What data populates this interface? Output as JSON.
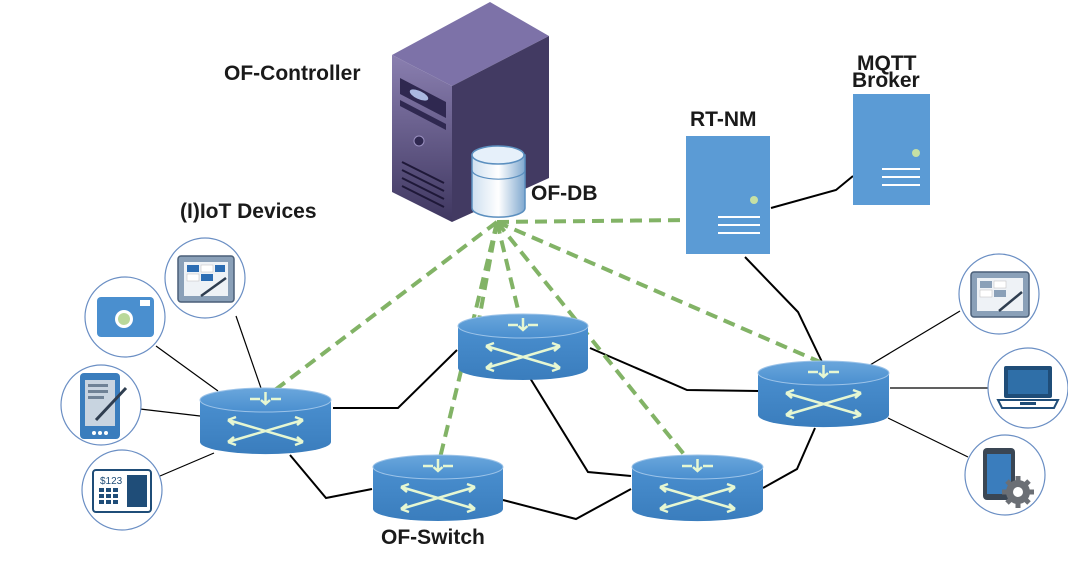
{
  "labels": {
    "controller": "OF-Controller",
    "database": "OF-DB",
    "rtnm": "RT-NM",
    "mqtt_line1": "MQTT",
    "mqtt_line2": "Broker",
    "iot_devices": "(I)IoT Devices",
    "switch": "OF-Switch"
  },
  "icons": {
    "payment_terminal_text": "$123"
  },
  "colors": {
    "switch_fill": "#4a8fcf",
    "server_fill": "#5b9bd5",
    "controller_fill": "#4f4770",
    "control_link": "#82b366",
    "data_link": "#000000",
    "icon_circle_stroke": "#6b8fc4"
  }
}
